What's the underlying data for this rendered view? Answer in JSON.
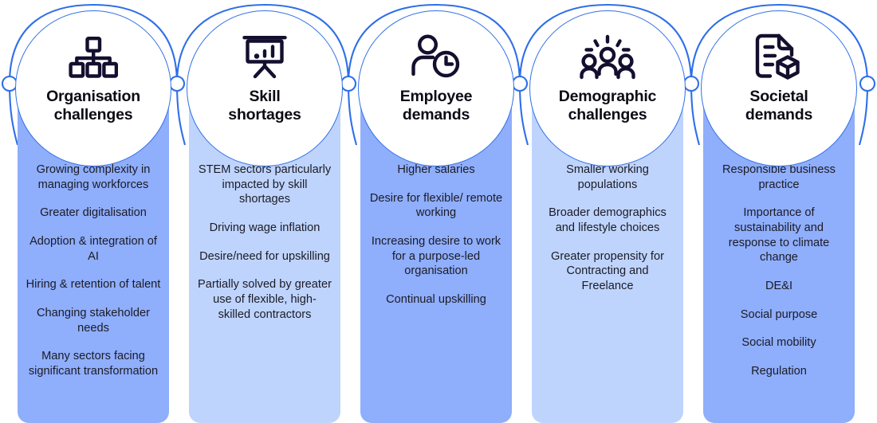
{
  "theme": {
    "panel_dark": "#8FAEFB",
    "panel_light": "#BFD4FC",
    "arc_color": "#2F6FE8",
    "icon_color": "#140F2E",
    "heading_color": "#0B0B14",
    "text_color": "#1B1B27",
    "background": "#FFFFFF"
  },
  "columns": [
    {
      "id": "organisation-challenges",
      "heading": "Organisation\nchallenges",
      "icon": "org-chart-icon",
      "shade": "dark",
      "items": [
        "Growing complexity in managing workforces",
        "Greater digitalisation",
        "Adoption & integration of AI",
        "Hiring & retention of talent",
        "Changing stakeholder needs",
        "Many sectors facing significant transformation"
      ]
    },
    {
      "id": "skill-shortages",
      "heading": "Skill\nshortages",
      "icon": "presentation-board-icon",
      "shade": "light",
      "items": [
        "STEM sectors particularly impacted by skill shortages",
        "Driving wage inflation",
        "Desire/need for upskilling",
        "Partially solved by greater use of flexible, high-skilled contractors"
      ]
    },
    {
      "id": "employee-demands",
      "heading": "Employee\ndemands",
      "icon": "person-clock-icon",
      "shade": "dark",
      "items": [
        "Higher salaries",
        "Desire for flexible/ remote working",
        "Increasing desire to work for a purpose-led organisation",
        "Continual upskilling"
      ]
    },
    {
      "id": "demographic-challenges",
      "heading": "Demographic\nchallenges",
      "icon": "people-group-icon",
      "shade": "light",
      "items": [
        "Smaller working populations",
        "Broader demographics and lifestyle choices",
        "Greater propensity for Contracting and Freelance"
      ]
    },
    {
      "id": "societal-demands",
      "heading": "Societal\ndemands",
      "icon": "document-cube-icon",
      "shade": "dark",
      "items": [
        "Responsible business practice",
        "Importance of sustainability and response to climate change",
        "DE&I",
        "Social purpose",
        "Social mobility",
        "Regulation"
      ]
    }
  ]
}
